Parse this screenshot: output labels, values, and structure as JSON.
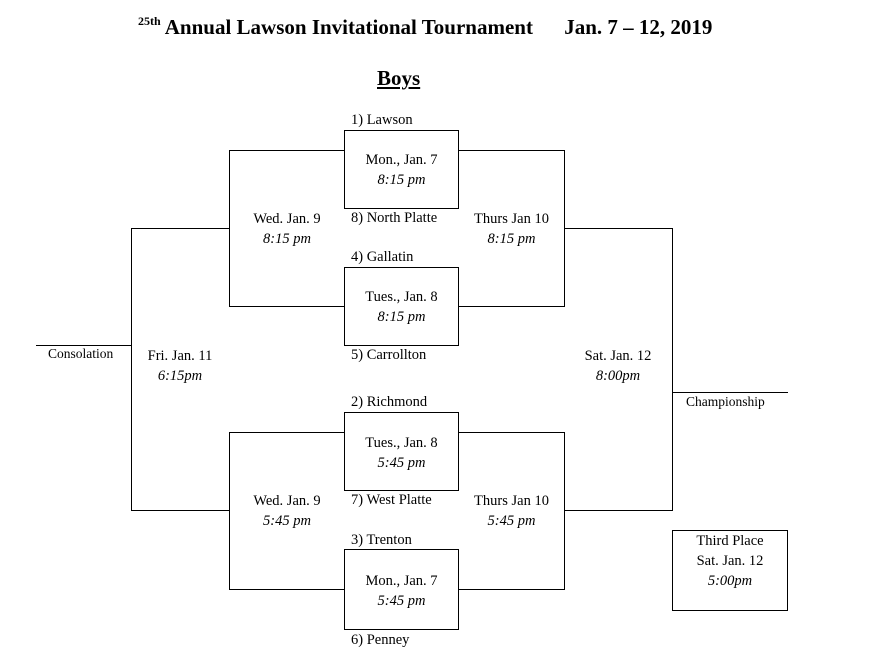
{
  "header": {
    "ordinal": "25th",
    "title": "Annual Lawson Invitational Tournament",
    "dates": "Jan. 7 – 12, 2019"
  },
  "bracket": {
    "division": "Boys",
    "teams": {
      "seed1": "1) Lawson",
      "seed8": "8) North Platte",
      "seed4": "4) Gallatin",
      "seed5": "5) Carrollton",
      "seed2": "2)  Richmond",
      "seed7": "7) West Platte",
      "seed3": "3) Trenton",
      "seed6": "6)  Penney"
    },
    "games": {
      "first_1": {
        "day": "Mon., Jan. 7",
        "time": "8:15 pm"
      },
      "first_2": {
        "day": "Tues., Jan. 8",
        "time": "8:15 pm"
      },
      "first_3": {
        "day": "Tues., Jan. 8",
        "time": "5:45 pm"
      },
      "first_4": {
        "day": "Mon., Jan. 7",
        "time": "5:45 pm"
      },
      "cons_semi_top": {
        "day": "Wed. Jan. 9",
        "time": "8:15 pm"
      },
      "cons_semi_bottom": {
        "day": "Wed. Jan. 9",
        "time": "5:45 pm"
      },
      "semi_top": {
        "day": "Thurs Jan 10",
        "time": "8:15 pm"
      },
      "semi_bottom": {
        "day": "Thurs Jan 10",
        "time": "5:45 pm"
      },
      "consolation": {
        "day": "Fri. Jan. 11",
        "time": "6:15pm"
      },
      "championship": {
        "day": "Sat. Jan. 12",
        "time": "8:00pm"
      },
      "third_place": {
        "label": "Third Place",
        "day": "Sat. Jan. 12",
        "time": "5:00pm"
      }
    },
    "labels": {
      "consolation": "Consolation",
      "championship": "Championship"
    }
  }
}
